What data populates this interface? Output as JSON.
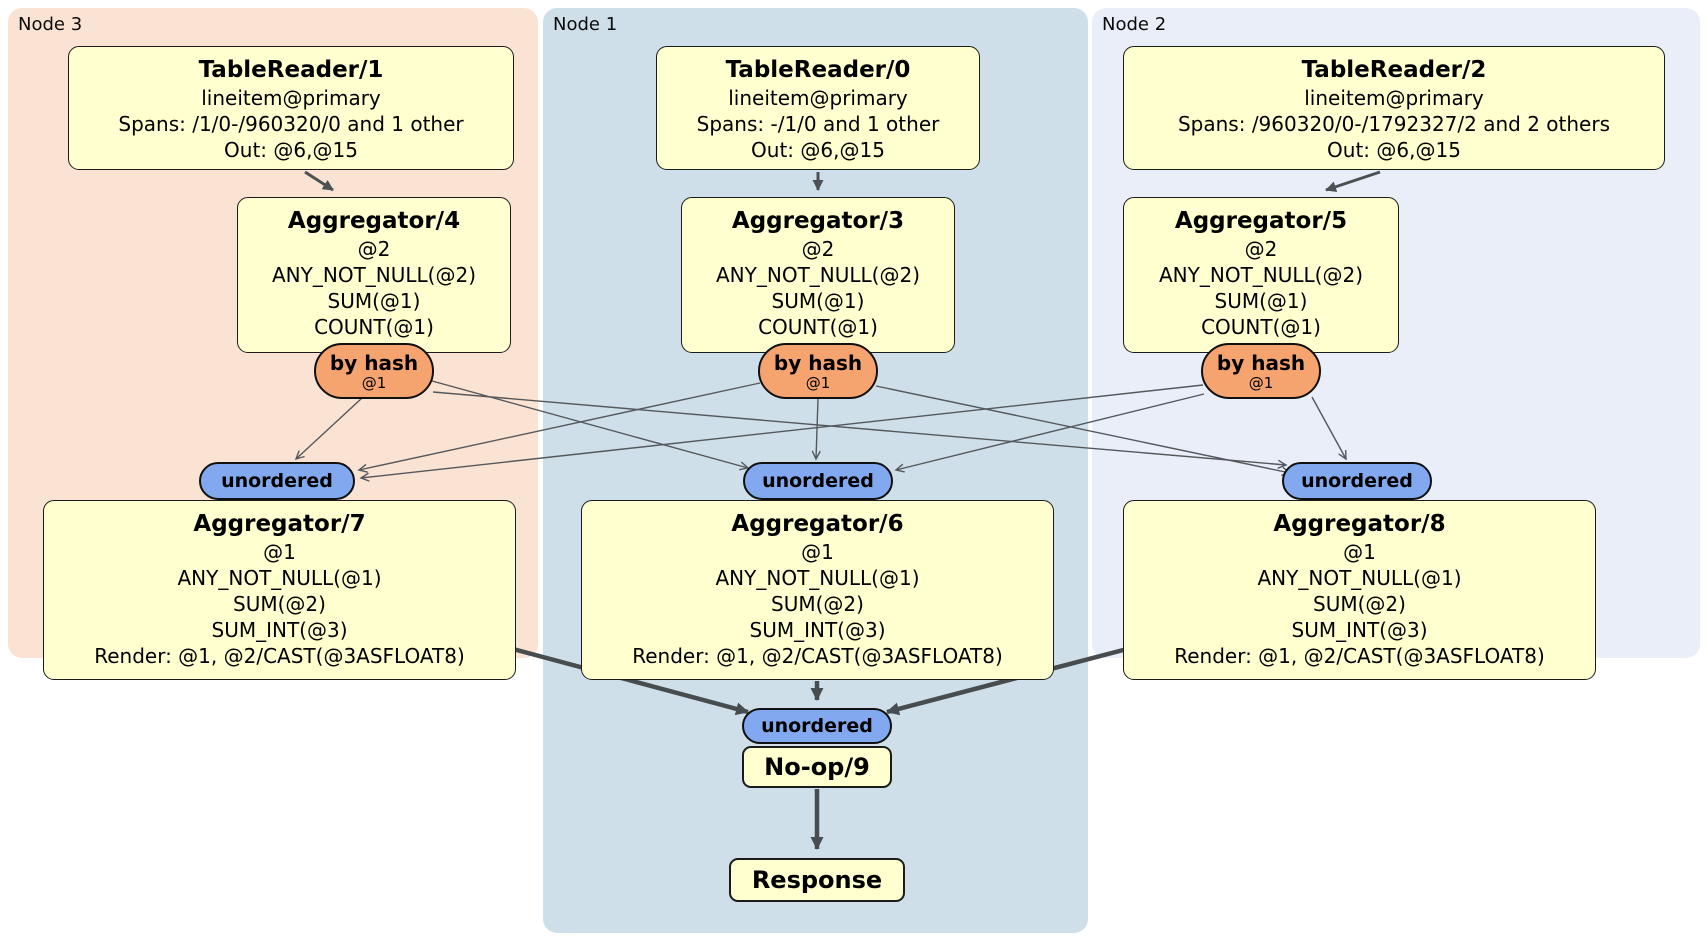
{
  "nodes": [
    {
      "label": "Node 3",
      "table_reader": {
        "title": "TableReader/1",
        "lines": [
          "lineitem@primary",
          "Spans: /1/0-/960320/0 and 1 other",
          "Out: @6,@15"
        ]
      },
      "aggregator_top": {
        "title": "Aggregator/4",
        "lines": [
          "@2",
          "ANY_NOT_NULL(@2)",
          "SUM(@1)",
          "COUNT(@1)"
        ]
      },
      "router": {
        "label": "by hash",
        "sublabel": "@1"
      },
      "sync": {
        "label": "unordered"
      },
      "aggregator_bottom": {
        "title": "Aggregator/7",
        "lines": [
          "@1",
          "ANY_NOT_NULL(@1)",
          "SUM(@2)",
          "SUM_INT(@3)",
          "Render: @1, @2/CAST(@3ASFLOAT8)"
        ]
      }
    },
    {
      "label": "Node 1",
      "table_reader": {
        "title": "TableReader/0",
        "lines": [
          "lineitem@primary",
          "Spans: -/1/0 and 1 other",
          "Out: @6,@15"
        ]
      },
      "aggregator_top": {
        "title": "Aggregator/3",
        "lines": [
          "@2",
          "ANY_NOT_NULL(@2)",
          "SUM(@1)",
          "COUNT(@1)"
        ]
      },
      "router": {
        "label": "by hash",
        "sublabel": "@1"
      },
      "sync": {
        "label": "unordered"
      },
      "aggregator_bottom": {
        "title": "Aggregator/6",
        "lines": [
          "@1",
          "ANY_NOT_NULL(@1)",
          "SUM(@2)",
          "SUM_INT(@3)",
          "Render: @1, @2/CAST(@3ASFLOAT8)"
        ]
      }
    },
    {
      "label": "Node 2",
      "table_reader": {
        "title": "TableReader/2",
        "lines": [
          "lineitem@primary",
          "Spans: /960320/0-/1792327/2 and 2 others",
          "Out: @6,@15"
        ]
      },
      "aggregator_top": {
        "title": "Aggregator/5",
        "lines": [
          "@2",
          "ANY_NOT_NULL(@2)",
          "SUM(@1)",
          "COUNT(@1)"
        ]
      },
      "router": {
        "label": "by hash",
        "sublabel": "@1"
      },
      "sync": {
        "label": "unordered"
      },
      "aggregator_bottom": {
        "title": "Aggregator/8",
        "lines": [
          "@1",
          "ANY_NOT_NULL(@1)",
          "SUM(@2)",
          "SUM_INT(@3)",
          "Render: @1, @2/CAST(@3ASFLOAT8)"
        ]
      }
    }
  ],
  "final": {
    "sync_label": "unordered",
    "noop_label": "No-op/9",
    "response_label": "Response"
  },
  "colors": {
    "node3_bg": "#fbe3d4",
    "node1_bg": "#cedfe9",
    "node2_bg": "#e9eef8",
    "box_fill": "#ffffcf",
    "router_fill": "#f5a470",
    "sync_fill": "#82a9f0",
    "edge": "#54585c"
  }
}
